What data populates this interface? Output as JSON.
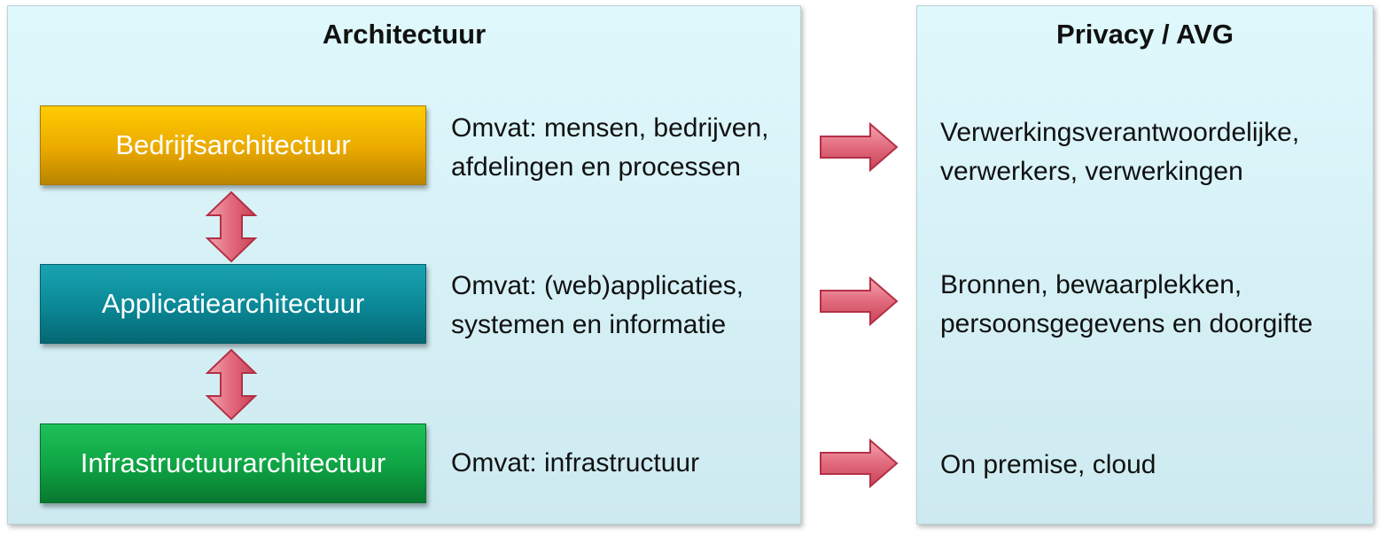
{
  "architectuur": {
    "title": "Architectuur",
    "layers": [
      {
        "label": "Bedrijfsarchitectuur",
        "description": "Omvat: mensen, bedrijven, afdelingen en processen"
      },
      {
        "label": "Applicatiearchitectuur",
        "description": "Omvat: (web)applicaties, systemen en informatie"
      },
      {
        "label": "Infrastructuurarchitectuur",
        "description": "Omvat: infrastructuur"
      }
    ]
  },
  "privacy": {
    "title": "Privacy / AVG",
    "items": [
      "Verwerkingsverantwoordelijke, verwerkers, verwerkingen",
      "Bronnen, bewaarplekken, persoonsgegevens en doorgifte",
      "On premise, cloud"
    ]
  },
  "colors": {
    "panel_background": "#d8f3f8",
    "bedrijf_box": "#eaa900",
    "applicatie_box": "#0a8795",
    "infra_box": "#0ea243",
    "arrow_fill": "#e57384",
    "arrow_stroke": "#b33045"
  }
}
